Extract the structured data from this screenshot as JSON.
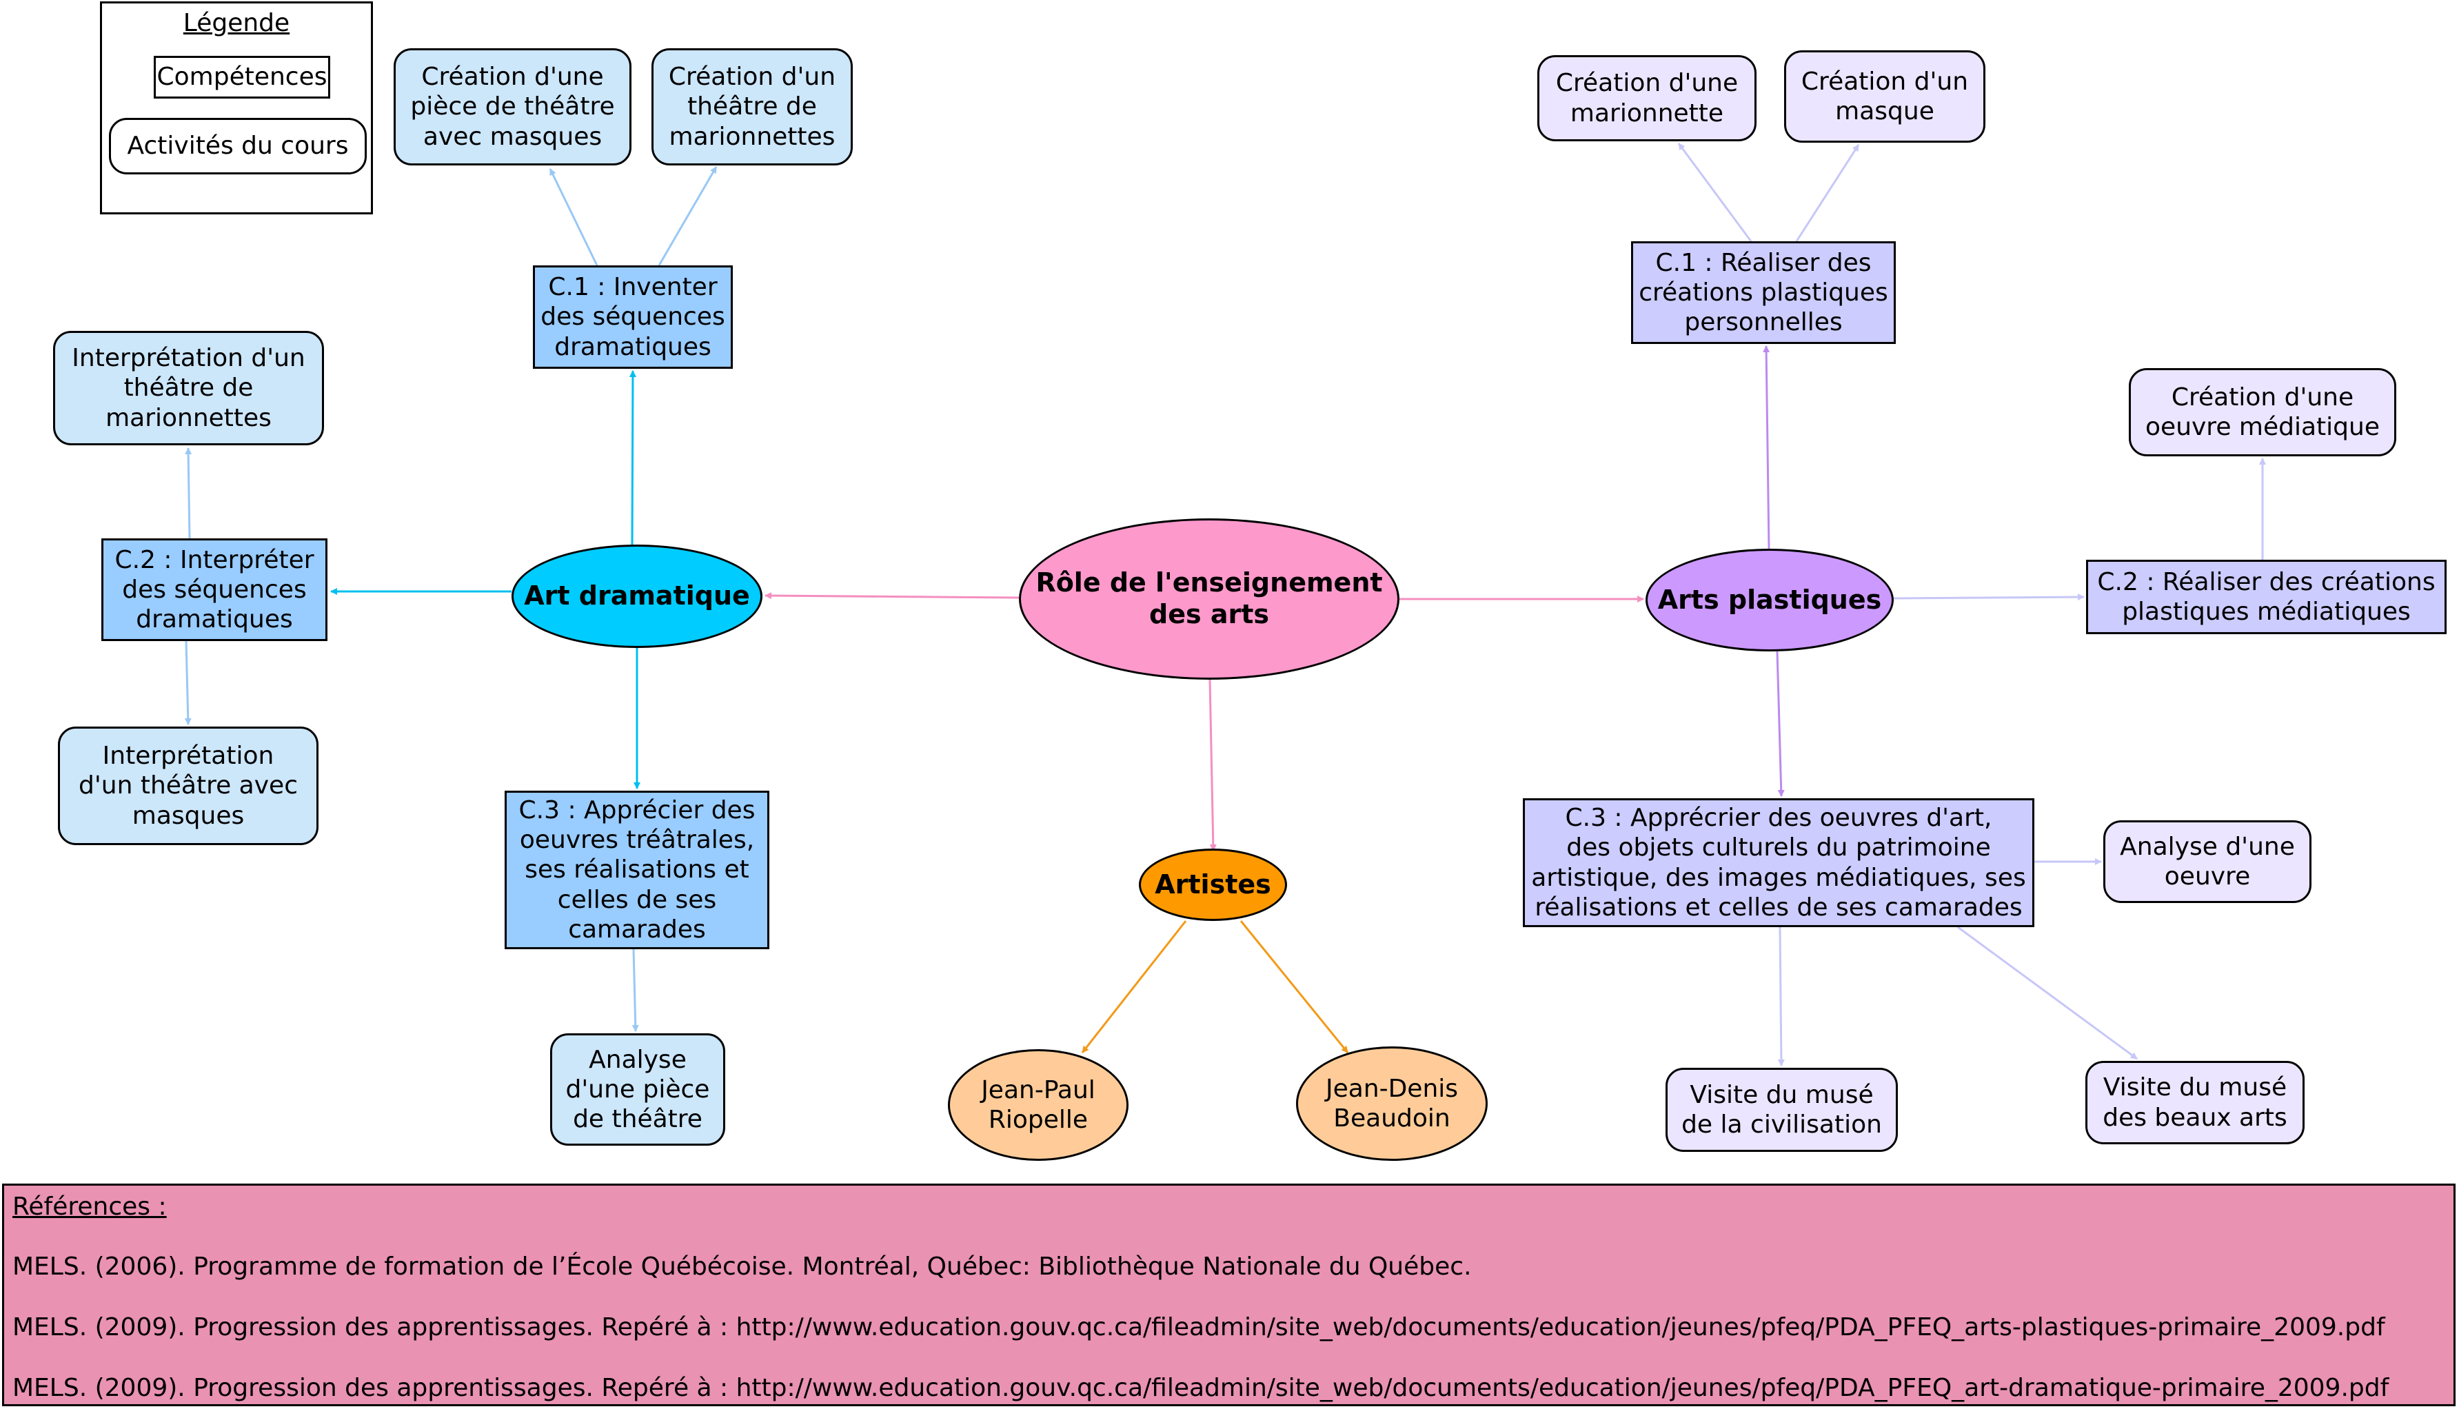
{
  "legend": {
    "title": "Légende",
    "competences": "Compétences",
    "activites": "Activités du cours"
  },
  "center": {
    "label": "Rôle de l'enseignement\ndes arts"
  },
  "art_dramatique": {
    "label": "Art dramatique",
    "c1": "C.1 : Inventer\ndes séquences\ndramatiques",
    "c2": "C.2 : Interpréter\ndes séquences\ndramatiques",
    "c3": "C.3 : Apprécier des\noeuvres tréâtrales,\nses réalisations et\ncelles de ses\ncamarades",
    "act_masques": "Création d'une\npièce de théâtre\navec masques",
    "act_marionnettes": "Création d'un\nthéâtre de\nmarionnettes",
    "interp_marionnettes": "Interprétation d'un\nthéâtre de\nmarionnettes",
    "interp_masques": "Interprétation\nd'un théâtre avec\nmasques",
    "analyse_piece": "Analyse\nd'une pièce\nde théâtre"
  },
  "arts_plastiques": {
    "label": "Arts plastiques",
    "c1": "C.1 : Réaliser des\ncréations plastiques\npersonnelles",
    "c2": "C.2 : Réaliser des créations\nplastiques médiatiques",
    "c3": "C.3 : Apprécrier des oeuvres d'art,\ndes objets culturels du patrimoine\nartistique, des images médiatiques, ses\nréalisations et celles de ses camarades",
    "act_marionnette": "Création d'une\nmarionnette",
    "act_masque": "Création d'un\nmasque",
    "act_mediatique": "Création d'une\noeuvre médiatique",
    "analyse_oeuvre": "Analyse d'une\noeuvre",
    "visite_civilisation": "Visite du musé\nde la civilisation",
    "visite_beaux_arts": "Visite du musé\ndes beaux arts"
  },
  "artistes": {
    "label": "Artistes",
    "riopelle": "Jean-Paul\nRiopelle",
    "beaudoin": "Jean-Denis\nBeaudoin"
  },
  "references": {
    "title": "Références :",
    "ref1": "MELS. (2006). Programme de formation de l’École Québécoise. Montréal, Québec: Bibliothèque Nationale du Québec.",
    "ref2": "MELS. (2009). Progression des apprentissages. Repéré à : http://www.education.gouv.qc.ca/fileadmin/site_web/documents/education/jeunes/pfeq/PDA_PFEQ_arts-plastiques-primaire_2009.pdf",
    "ref3": "MELS. (2009). Progression des apprentissages. Repéré à : http://www.education.gouv.qc.ca/fileadmin/site_web/documents/education/jeunes/pfeq/PDA_PFEQ_art-dramatique-primaire_2009.pdf"
  },
  "colors": {
    "center": "#fe99cc",
    "art_dramatique": "#00ccff",
    "arts_plastiques": "#cc99ff",
    "artistes": "#ff9900",
    "artists_light": "#ffcc99",
    "ad_competence": "#99ccff",
    "ad_activity": "#cce6fa",
    "ap_competence": "#ccccff",
    "ap_activity": "#ebe5ff",
    "references": "#e992b1",
    "edge_pink": "#f48fc0",
    "edge_cyan": "#00bfef",
    "edge_lightblue": "#99c8f5",
    "edge_purple": "#bb8af0",
    "edge_lavender": "#c7c7f8",
    "edge_orange": "#f29a18"
  }
}
